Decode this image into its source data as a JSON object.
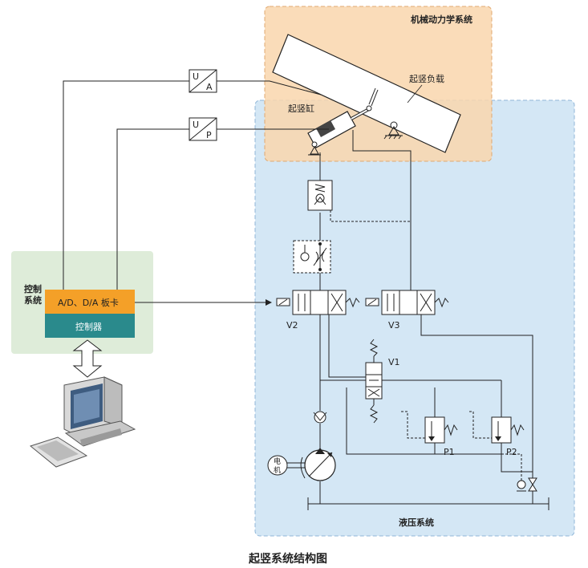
{
  "title": "起竖系统结构图",
  "mech_system": {
    "label": "机械动力学系统",
    "load_label": "起竖负载",
    "cylinder_label": "起竖缸"
  },
  "hydraulic_system": {
    "label": "液压系统"
  },
  "control_system": {
    "label_line1": "控制",
    "label_line2": "系统",
    "card_label": "A/D、D/A 板卡",
    "controller_label": "控制器"
  },
  "transducers": [
    {
      "top": "U",
      "bottom": "A"
    },
    {
      "top": "U",
      "bottom": "P"
    }
  ],
  "valves": {
    "v1": "V1",
    "v2": "V2",
    "v3": "V3",
    "p1": "P1",
    "p2": "P2"
  },
  "motor": {
    "line1": "电",
    "line2": "机"
  },
  "colors": {
    "mech_bg": "#f9d6ad",
    "hyd_bg": "#d4e7f5",
    "ctrl_bg": "#deecd9",
    "card": "#f4a028",
    "controller": "#2a8a8c"
  }
}
